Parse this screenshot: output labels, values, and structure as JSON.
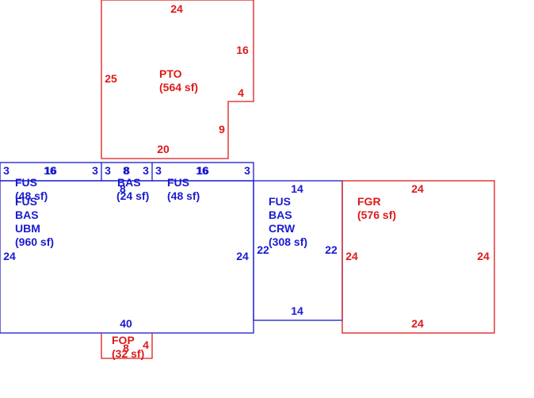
{
  "colors": {
    "blue": "#1a1ad0",
    "red": "#dd1a1a",
    "background": "#ffffff"
  },
  "areas": {
    "pto": {
      "code": "PTO",
      "area": "(564 sf)"
    },
    "fus_left": {
      "code": "FUS",
      "area": "(48 sf)"
    },
    "bas_mid": {
      "code": "BAS",
      "area": "(24 sf)"
    },
    "fus_right": {
      "code": "FUS",
      "area": "(48 sf)"
    },
    "main": {
      "line1": "FUS",
      "line2": "BAS",
      "line3": "UBM",
      "area": "(960 sf)"
    },
    "crw": {
      "line1": "FUS",
      "line2": "BAS",
      "line3": "CRW",
      "area": "(308 sf)"
    },
    "fgr": {
      "code": "FGR",
      "area": "(576 sf)"
    },
    "fop": {
      "code": "FOP",
      "area": "(32 sf)"
    }
  },
  "dimensions": {
    "pto_top": "24",
    "pto_left": "25",
    "pto_right_upper": "16",
    "pto_step": "4",
    "pto_right_lower": "9",
    "pto_bottom": "20",
    "strip_l_edge": "3",
    "strip_l_top_a": "16",
    "strip_l_top_b": "16",
    "strip_l_right": "3",
    "strip_m_left": "3",
    "strip_m_top_a": "8",
    "strip_m_top_b": "8",
    "strip_m_right": "3",
    "strip_m_bottom": "8",
    "strip_r_left": "3",
    "strip_r_top_a": "16",
    "strip_r_top_b": "16",
    "strip_r_edge": "3",
    "main_left": "24",
    "main_right": "24",
    "main_bottom": "40",
    "crw_top": "14",
    "crw_left": "22",
    "crw_right": "22",
    "crw_bottom": "14",
    "fgr_top": "24",
    "fgr_left": "24",
    "fgr_right": "24",
    "fgr_bottom": "24",
    "fop_bottom": "8",
    "fop_right": "4"
  }
}
